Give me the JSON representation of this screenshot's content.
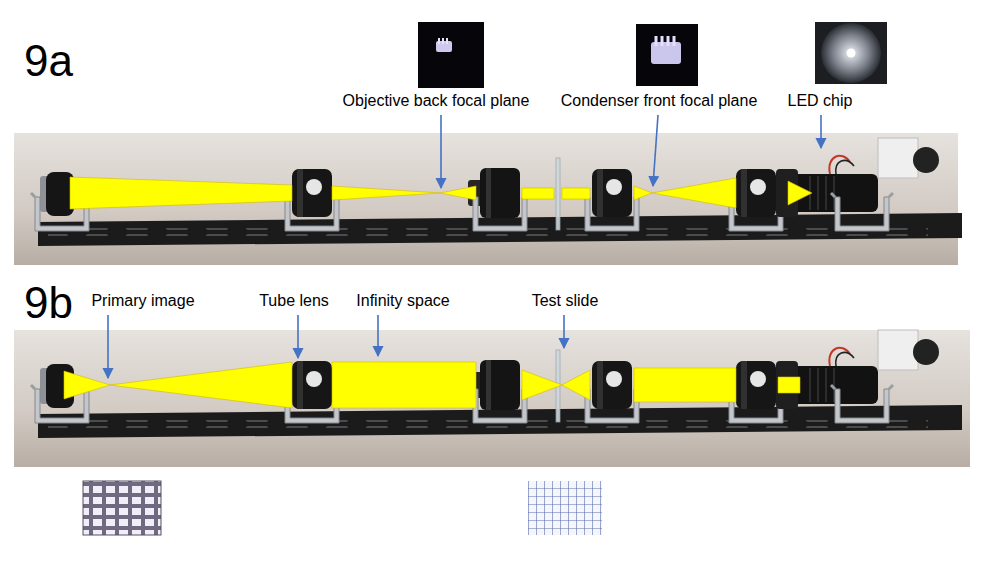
{
  "diagram": {
    "labels": [
      "9a",
      "Objective back focal plane",
      "Condenser front focal plane",
      "LED chip",
      "9b",
      "Primary image",
      "Tube lens",
      "Infinity space",
      "Test slide"
    ]
  }
}
